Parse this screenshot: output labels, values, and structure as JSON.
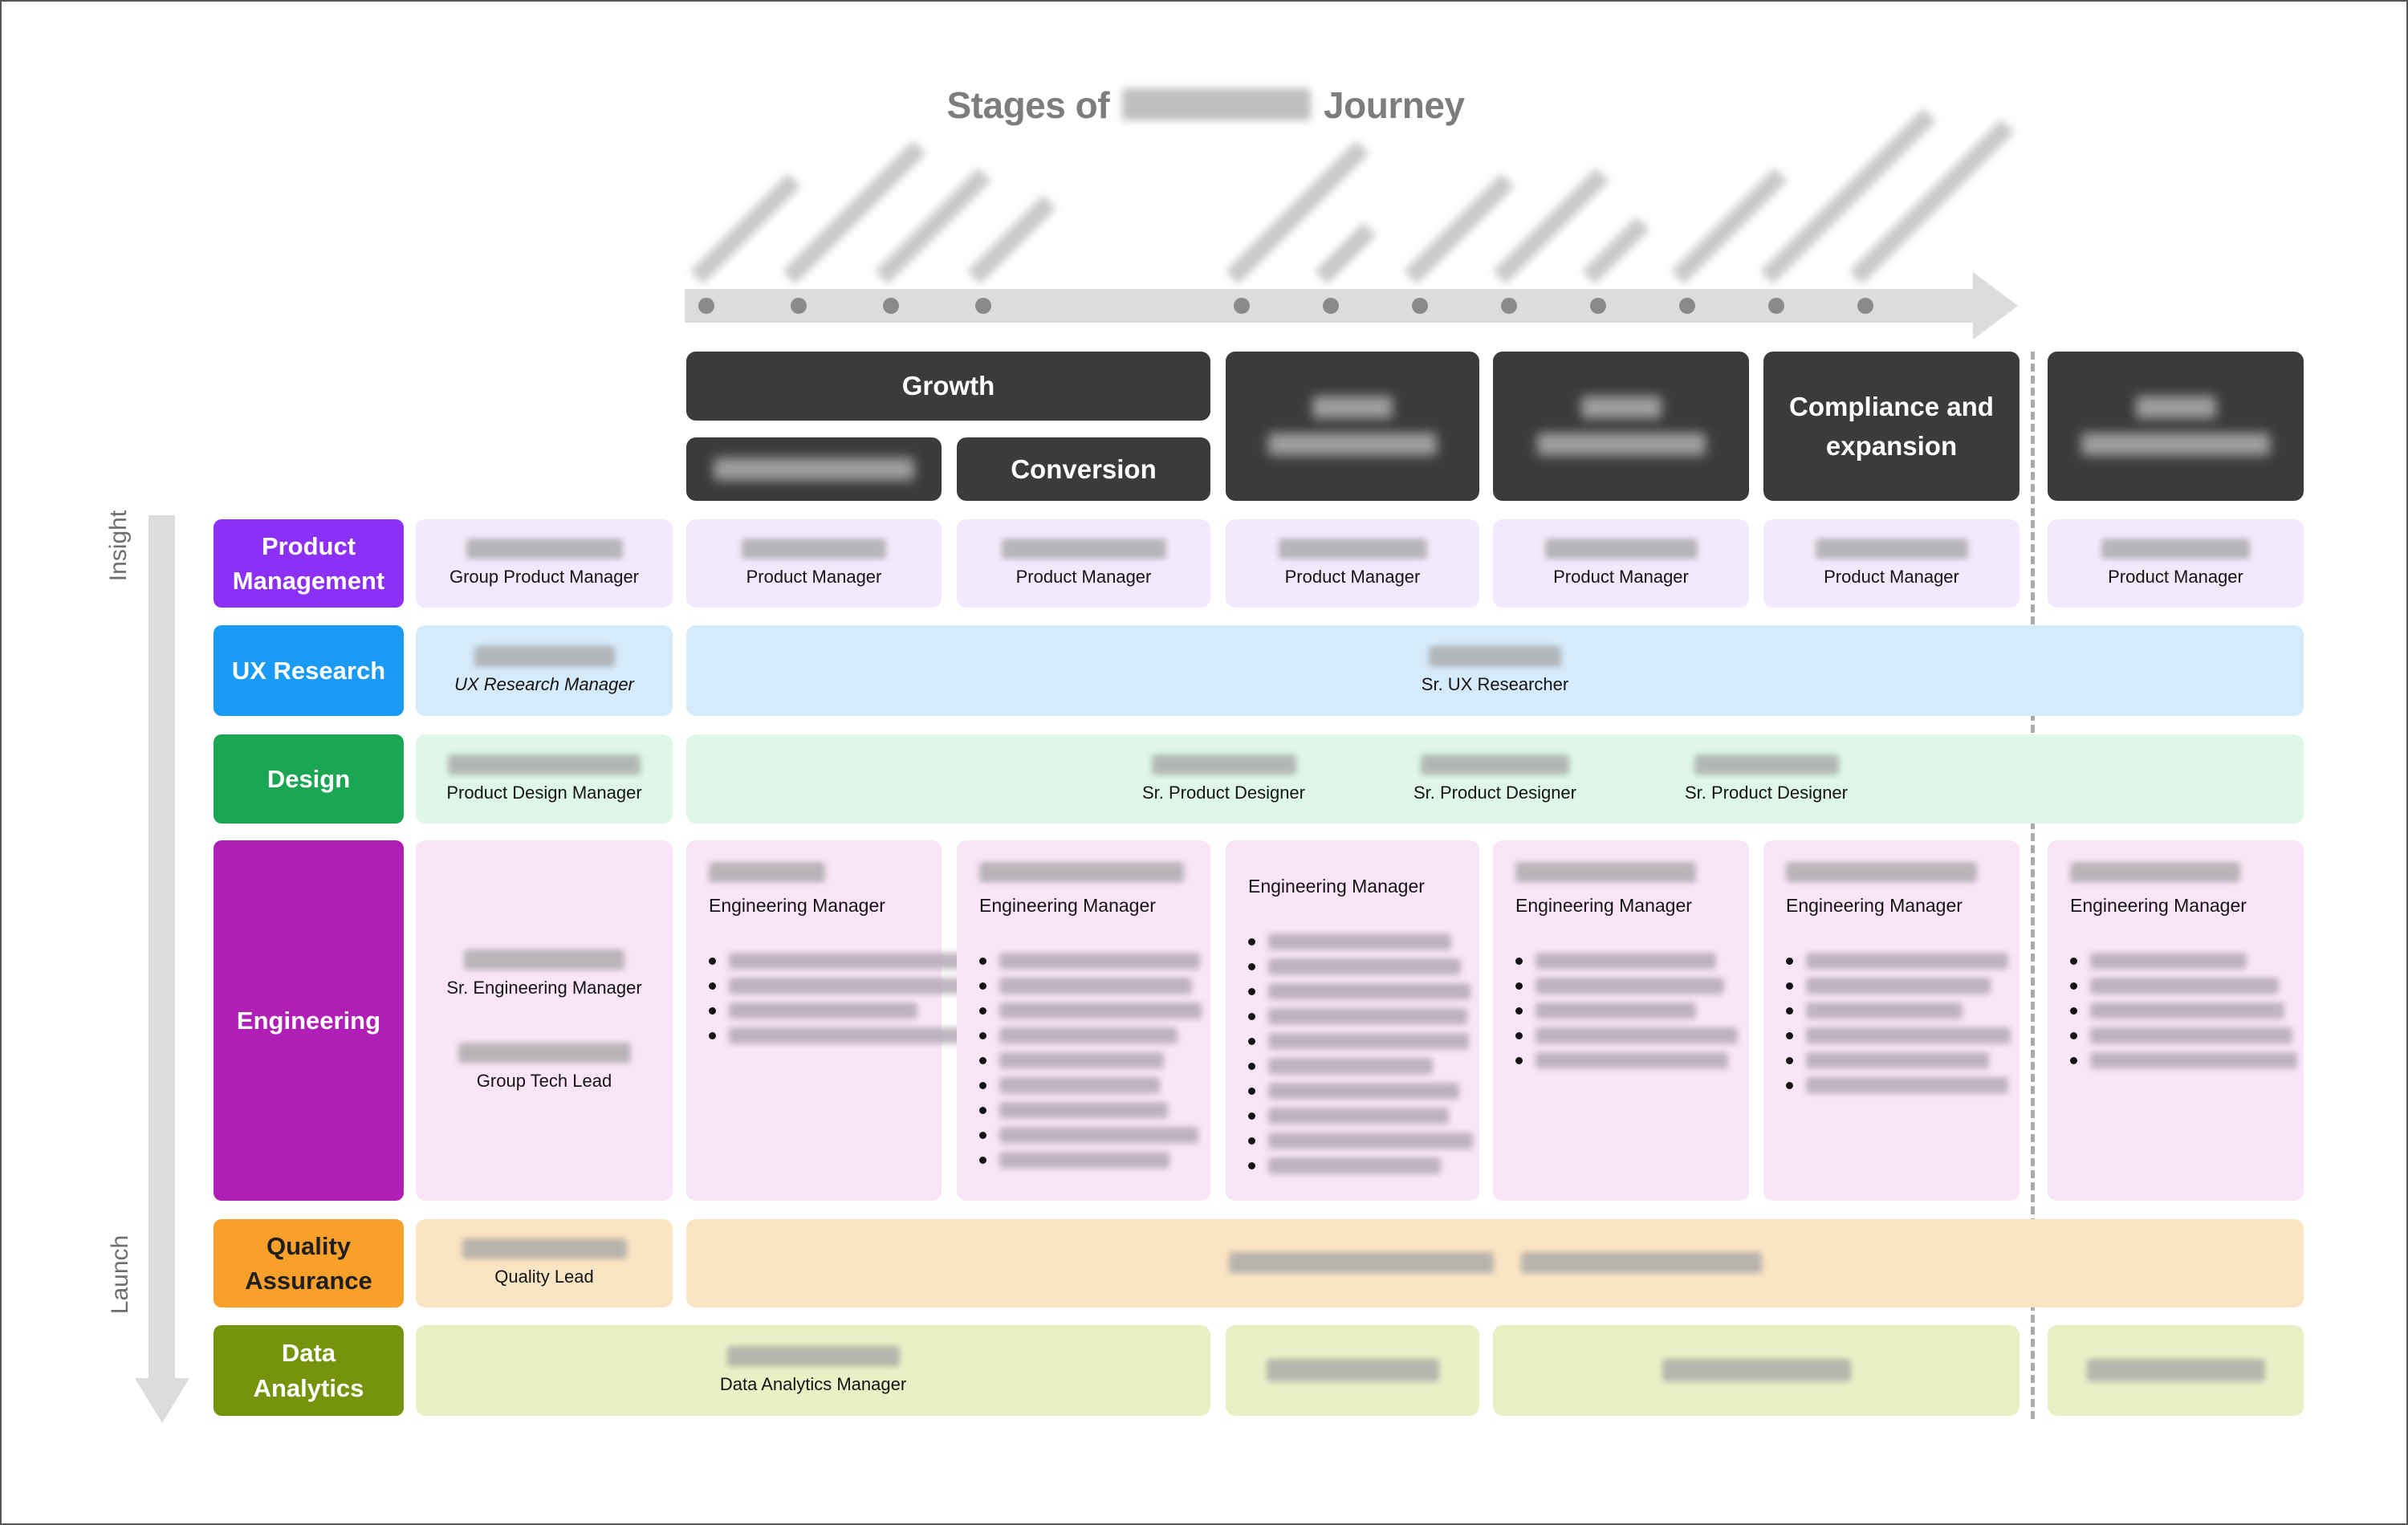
{
  "page": {
    "title_prefix": "Stages of",
    "title_suffix": "Journey",
    "title_middle_redacted": true
  },
  "left_axis": {
    "top": "Insight",
    "bottom": "Launch"
  },
  "timeline": {
    "dot_count": 12,
    "labels_redacted": true,
    "bar_color": "#DCDCDC",
    "dot_color": "#8A8A8A"
  },
  "headers": {
    "growth": "Growth",
    "conversion": "Conversion",
    "compliance": "Compliance and expansion",
    "growth_sub_1_redacted": true,
    "stage_3_redacted": true,
    "stage_4_redacted": true,
    "stage_6_redacted": true,
    "bg_color": "#3B3B3B",
    "text_color": "#FFFFFF"
  },
  "divider": {
    "style": "dashed",
    "color": "#ABABAB"
  },
  "rows": {
    "pm": {
      "label": "Product Management",
      "color": "#8C30F5",
      "cell_bg": "#F3E9FC",
      "lead_title": "Group Product Manager",
      "member_title": "Product Manager",
      "member_cells": 6,
      "names_redacted": 7
    },
    "ux": {
      "label": "UX Research",
      "color": "#189AF5",
      "cell_bg": "#D5EAFA",
      "lead_title": "UX Research Manager",
      "member_title": "Sr. UX Researcher",
      "names_redacted": 2
    },
    "design": {
      "label": "Design",
      "color": "#1AA653",
      "cell_bg": "#DEF7E9",
      "lead_title": "Product Design Manager",
      "member_title": "Sr. Product Designer",
      "member_count": 3,
      "names_redacted": 4
    },
    "eng": {
      "label": "Engineering",
      "color": "#B01FB5",
      "cell_bg": "#FAE5F8",
      "lead_title": "Sr. Engineering Manager",
      "lead_title_2": "Group Tech Lead",
      "member_title": "Engineering Manager",
      "member_cells": 6,
      "names_redacted": 8,
      "bullets_redacted_per_cell": [
        4,
        9,
        10,
        5,
        6,
        5
      ]
    },
    "qa": {
      "label": "Quality Assurance",
      "color": "#F9A02B",
      "cell_bg": "#FBE4C3",
      "label_text_color": "#1F1F1F",
      "lead_title": "Quality Lead",
      "names_redacted": 3
    },
    "data": {
      "label": "Data Analytics",
      "color": "#76930D",
      "cell_bg": "#EAF0C6",
      "lead_title": "Data Analytics Manager",
      "names_redacted": 4
    }
  }
}
